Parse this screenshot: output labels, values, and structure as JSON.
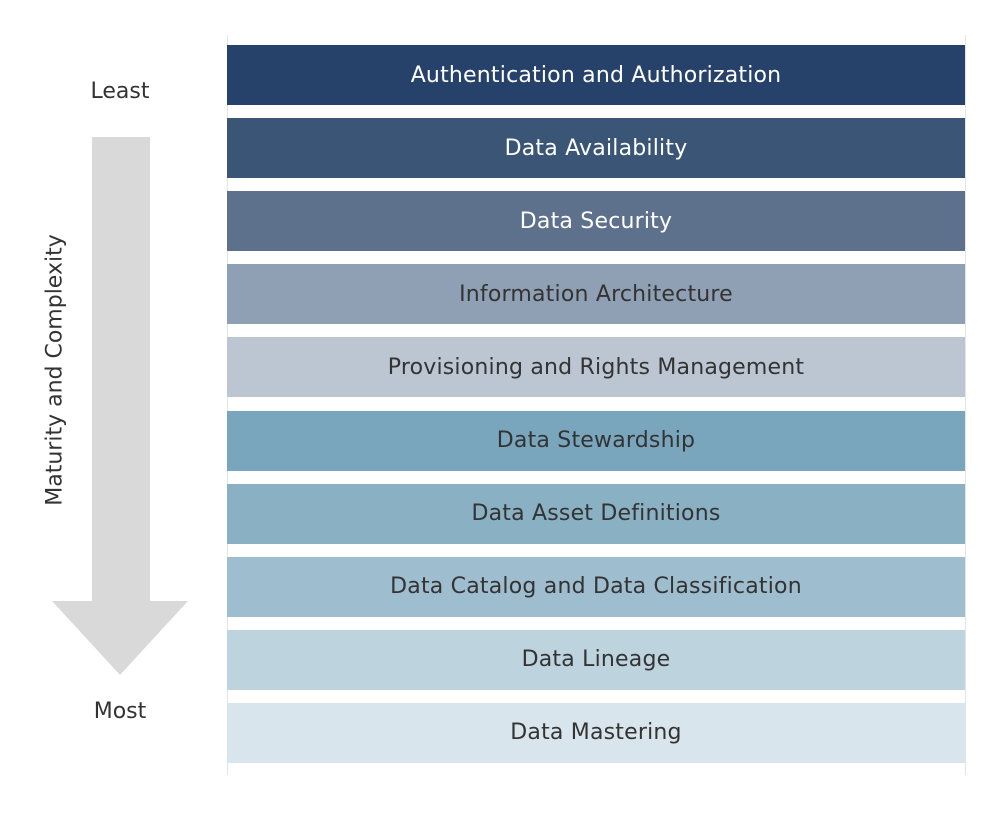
{
  "scale": {
    "top_label": "Least",
    "bottom_label": "Most",
    "axis_label": "Maturity and Complexity",
    "arrow_color": "#d9d9d9"
  },
  "layers": [
    {
      "label": "Authentication and Authorization",
      "color": "#27426a",
      "text_color": "#ffffff"
    },
    {
      "label": "Data Availability",
      "color": "#3b5576",
      "text_color": "#ffffff"
    },
    {
      "label": "Data Security",
      "color": "#5d718d",
      "text_color": "#ffffff"
    },
    {
      "label": "Information Architecture",
      "color": "#8fa0b4",
      "text_color": "#333333"
    },
    {
      "label": "Provisioning and Rights Management",
      "color": "#bcc5d2",
      "text_color": "#333333"
    },
    {
      "label": "Data Stewardship",
      "color": "#79a6bc",
      "text_color": "#333333"
    },
    {
      "label": "Data Asset Definitions",
      "color": "#8ab0c3",
      "text_color": "#333333"
    },
    {
      "label": "Data Catalog and Data Classification",
      "color": "#9ebdce",
      "text_color": "#333333"
    },
    {
      "label": "Data Lineage",
      "color": "#bdd3de",
      "text_color": "#333333"
    },
    {
      "label": "Data Mastering",
      "color": "#d8e5ec",
      "text_color": "#333333"
    }
  ]
}
